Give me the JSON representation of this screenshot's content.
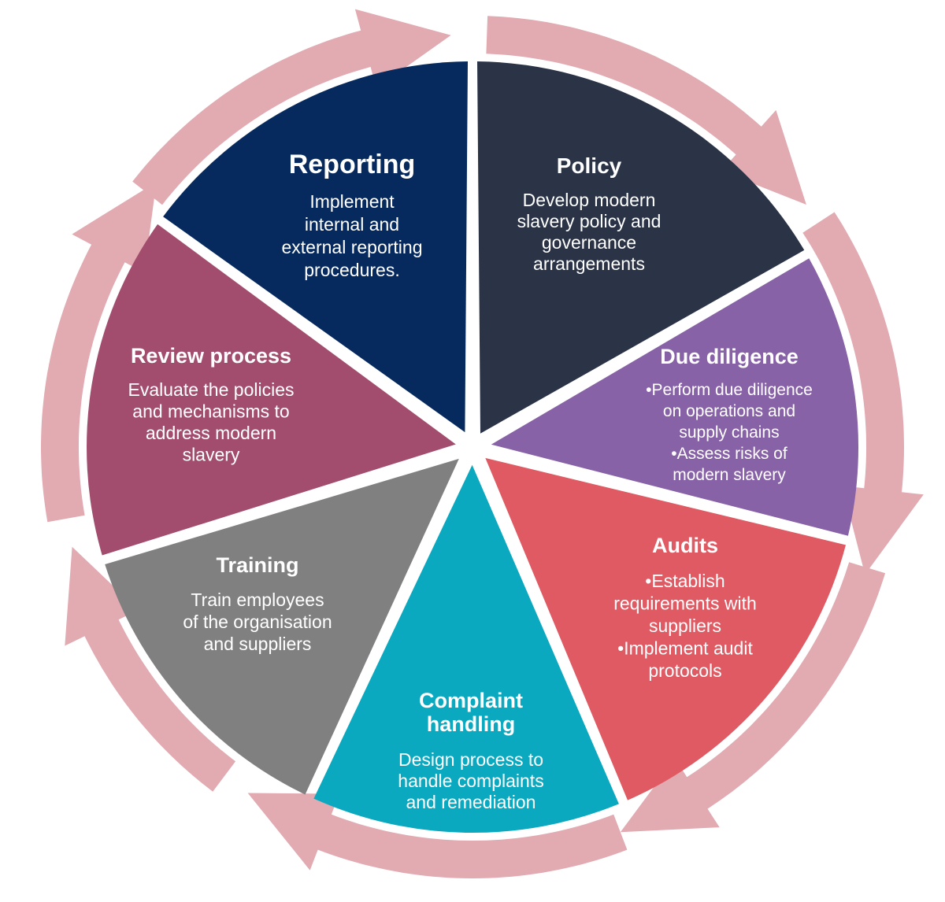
{
  "colors": {
    "arrow": "#e2aab1",
    "gap": "#ffffff",
    "text": "#ffffff"
  },
  "segments": [
    {
      "id": "reporting",
      "title": "Reporting",
      "color": "#072a5e",
      "lines": [
        "Implement",
        "internal and",
        "external reporting",
        "procedures."
      ]
    },
    {
      "id": "policy",
      "title": "Policy",
      "color": "#2b3447",
      "lines": [
        "Develop modern",
        "slavery policy and",
        "governance",
        "arrangements"
      ]
    },
    {
      "id": "due-diligence",
      "title": "Due diligence",
      "color": "#8862a6",
      "lines": [
        "•Perform due diligence",
        "on operations and",
        "supply chains",
        "•Assess risks of",
        "modern  slavery"
      ]
    },
    {
      "id": "audits",
      "title": "Audits",
      "color": "#e05a63",
      "lines": [
        "•Establish",
        "requirements with",
        "suppliers",
        "•Implement audit",
        "protocols"
      ]
    },
    {
      "id": "complaint-handling",
      "title": "Complaint handling",
      "title_lines": [
        "Complaint",
        "handling"
      ],
      "color": "#0aa9c0",
      "lines": [
        "Design process to",
        "handle complaints",
        "and remediation"
      ]
    },
    {
      "id": "training",
      "title": "Training",
      "color": "#808080",
      "lines": [
        "Train employees",
        "of the organisation",
        "and suppliers"
      ]
    },
    {
      "id": "review-process",
      "title": "Review process",
      "color": "#a34d6e",
      "lines": [
        "Evaluate the policies",
        "and mechanisms to",
        "address modern",
        "slavery"
      ]
    }
  ]
}
